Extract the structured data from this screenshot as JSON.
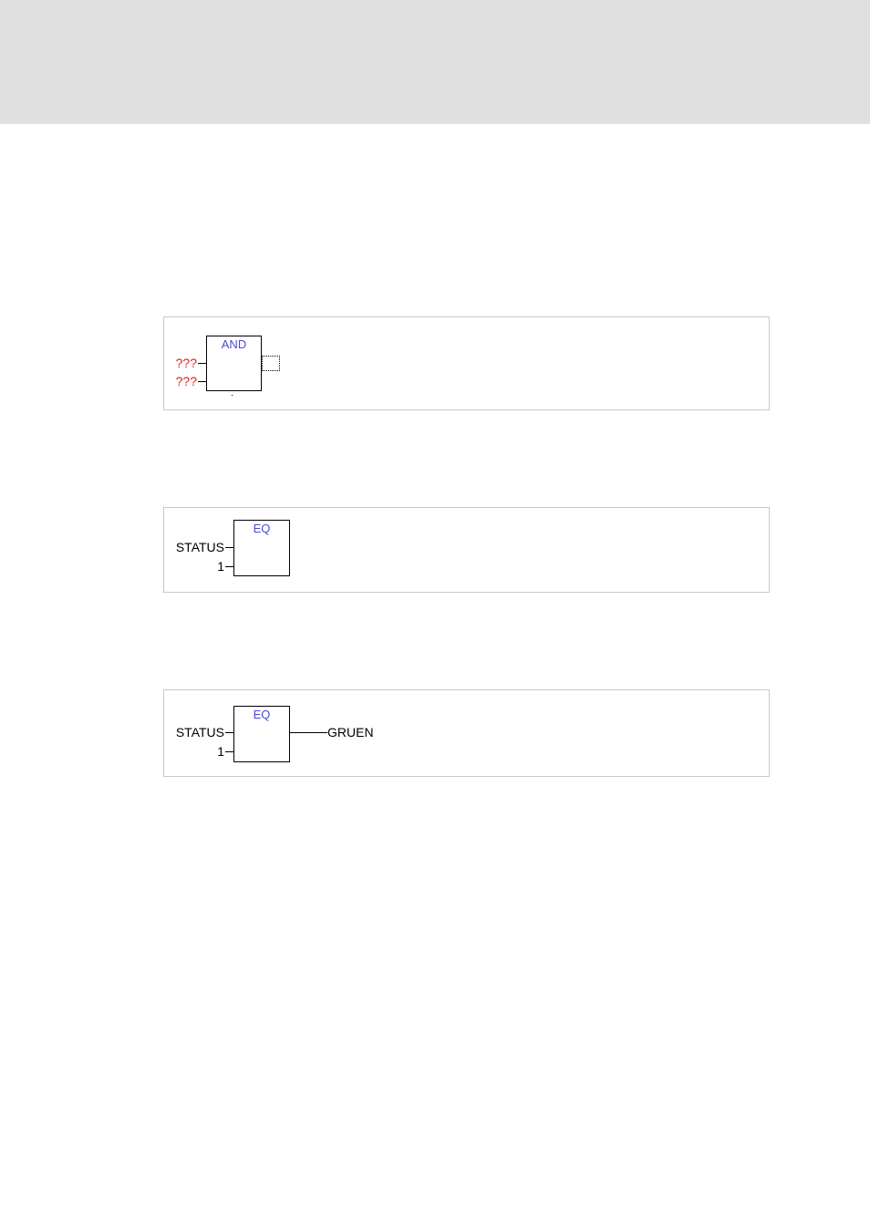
{
  "panels": [
    {
      "block": {
        "name": "AND"
      },
      "inputs": [
        {
          "label": "???"
        },
        {
          "label": "???"
        }
      ],
      "output": null
    },
    {
      "block": {
        "name": "EQ"
      },
      "inputs": [
        {
          "label": "STATUS"
        },
        {
          "label": "1"
        }
      ],
      "output": null
    },
    {
      "block": {
        "name": "EQ"
      },
      "inputs": [
        {
          "label": "STATUS"
        },
        {
          "label": "1"
        }
      ],
      "output": {
        "label": "GRUEN"
      }
    }
  ],
  "colors": {
    "header_band": "#e0e0e0",
    "function_name": "#4a4ad0",
    "unassigned_input": "#e02020",
    "panel_border": "#c8c8c8"
  }
}
